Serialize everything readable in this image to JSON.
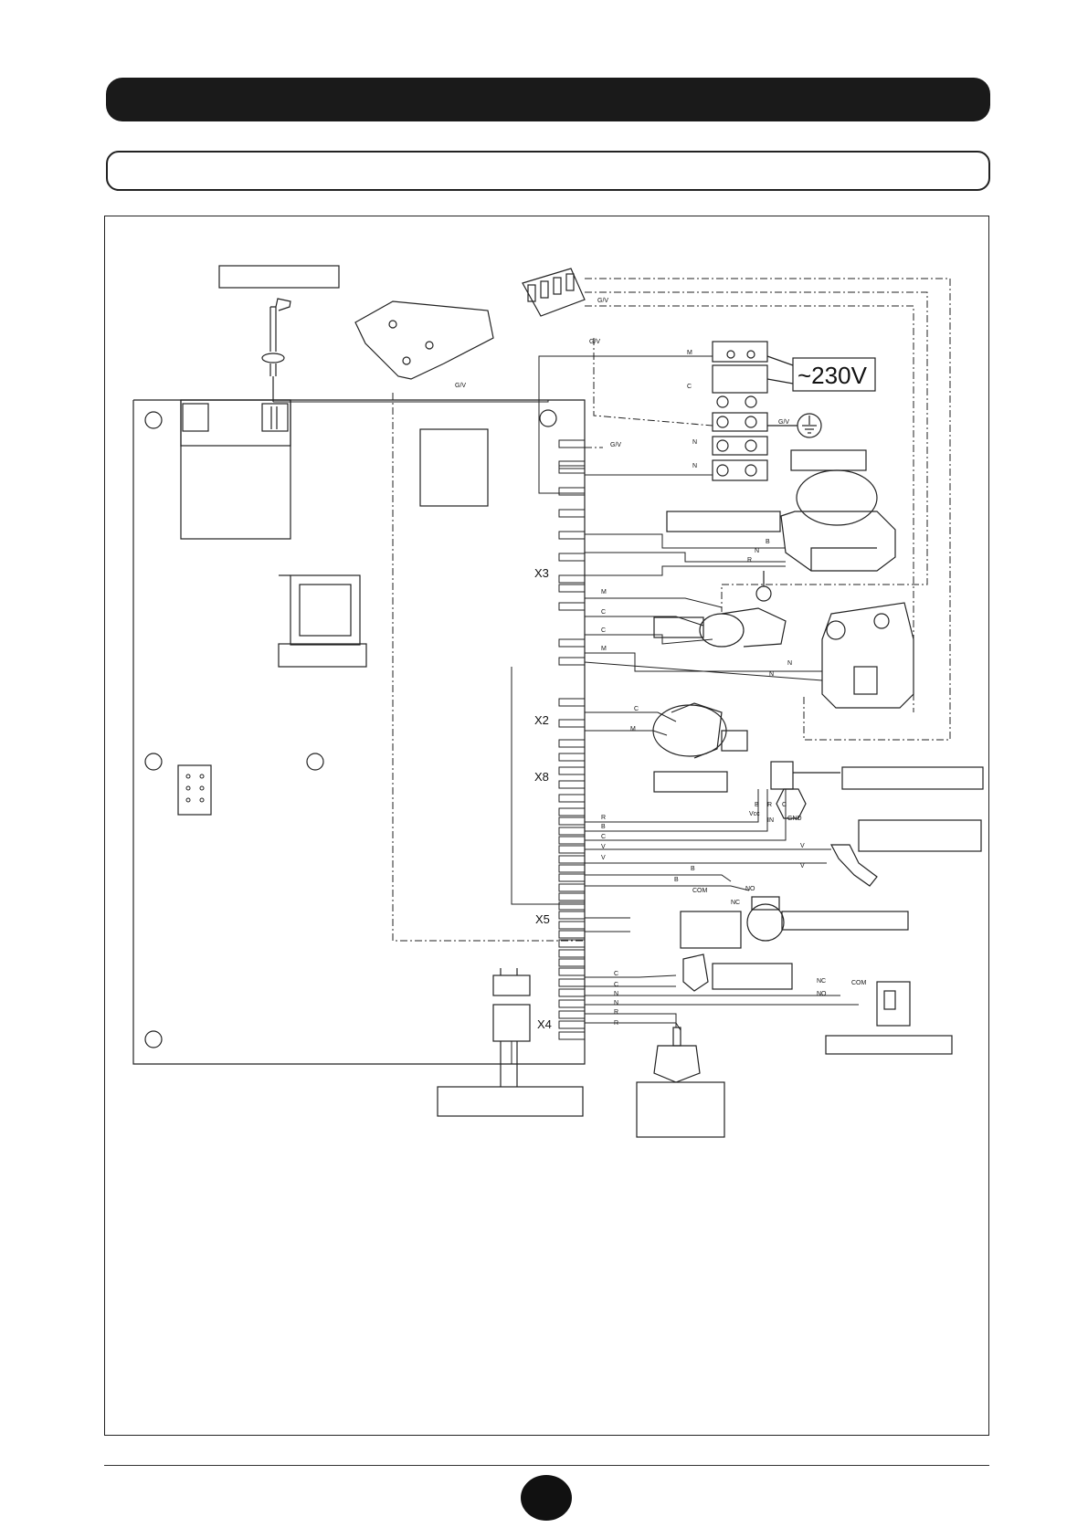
{
  "header": {
    "title": "",
    "subtitle": ""
  },
  "diagram": {
    "supply_label": "~230V",
    "connectors": {
      "x3": "X3",
      "x2": "X2",
      "x8": "X8",
      "x5": "X5",
      "x4": "X4"
    },
    "wire_codes": {
      "gv": "G/V",
      "m": "M",
      "c": "C",
      "n": "N",
      "b": "B",
      "r": "R",
      "v": "V",
      "com": "COM",
      "nc": "NC",
      "no": "NO",
      "vcc": "Vcc",
      "in": "IN",
      "gnd": "GND"
    }
  },
  "footer": {
    "page_number": ""
  }
}
